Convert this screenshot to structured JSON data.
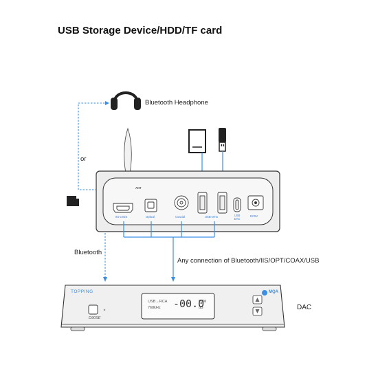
{
  "title": "USB Storage Device/HDD/TF card",
  "labels": {
    "bluetooth_headphone": "Bluetooth Headphone",
    "or": "or",
    "bluetooth": "Bluetooth",
    "any_connection": "Any connection of Bluetooth/IIS/OPT/COAX/USB",
    "dac": "DAC"
  },
  "transport": {
    "ant": "ANT",
    "ports": [
      "IIS-LVDS",
      "Optical",
      "Coaxial",
      "USB-OTG",
      "USB DAC",
      "DC5V"
    ]
  },
  "dac_unit": {
    "brand": "TOPPING",
    "model": "D90SE",
    "mqa": "MQA",
    "display_left_top": "USB→RCA",
    "display_left_bottom": "768kHz",
    "display_value": "-00.0",
    "display_right_top": "PCM",
    "display_right_bottom": "dB"
  },
  "colors": {
    "accent": "#3a8ee6",
    "device_body": "#e9e9e9",
    "outline": "#333333"
  }
}
